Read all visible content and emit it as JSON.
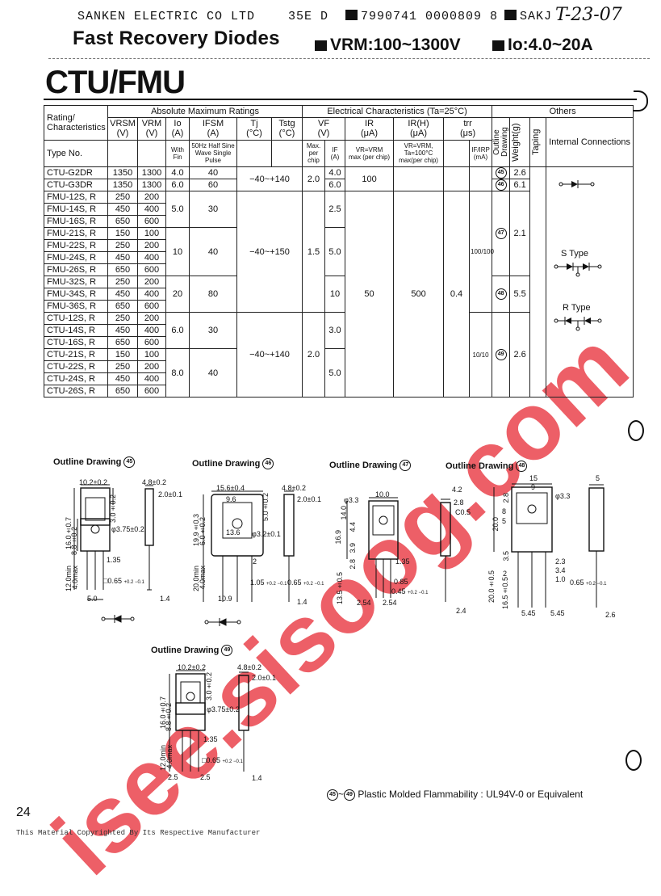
{
  "header": {
    "company_line": "SANKEN ELECTRIC CO LTD",
    "code_a": "35E D",
    "code_b": "7990741 0000809 8",
    "code_c": "SAKJ",
    "handwritten": "T-23-07",
    "title": "Fast Recovery Diodes",
    "vrm_spec": "VRM:100~1300V",
    "io_spec": "Io:4.0~20A",
    "series": "CTU/FMU"
  },
  "table": {
    "rating_label": "Rating/ Characteristics",
    "type_label": "Type No.",
    "groups": {
      "abs": "Absolute Maximum Ratings",
      "elec": "Electrical Characteristics (Ta=25°C)",
      "others": "Others"
    },
    "cols": {
      "vrsm": "VRSM",
      "vrm": "VRM",
      "io": "Io",
      "ifsm": "IFSM",
      "tj": "Tj",
      "tstg": "Tstg",
      "vf": "VF",
      "ir": "IR",
      "irh": "IR(H)",
      "trr": "trr",
      "outline": "Outline Drawing",
      "weight": "Weight(g)",
      "taping": "Taping",
      "internal": "Internal Connections"
    },
    "units": {
      "v": "(V)",
      "a": "(A)",
      "c": "(°C)",
      "ua": "(μA)",
      "us": "(μs)",
      "ma": "(mA)"
    },
    "sub": {
      "with_fin": "With Fin",
      "ifsm_note": "50Hz Half Sine Wave Single Pulse",
      "max_per_chip": "Max. per chip",
      "if": "IF",
      "if_a": "(A)",
      "ir_cond": "VR=VRM",
      "ir_max": "max (per chip)",
      "irh_cond": "VR=VRM, Ta=100°C",
      "irh_max": "max(per chip)",
      "if_irp": "IF/IRP"
    },
    "rows": [
      [
        "CTU-G2DR",
        "1350",
        "1300"
      ],
      [
        "CTU-G3DR",
        "1350",
        "1300"
      ],
      [
        "FMU-12S, R",
        "250",
        "200"
      ],
      [
        "FMU-14S, R",
        "450",
        "400"
      ],
      [
        "FMU-16S, R",
        "650",
        "600"
      ],
      [
        "FMU-21S, R",
        "150",
        "100"
      ],
      [
        "FMU-22S, R",
        "250",
        "200"
      ],
      [
        "FMU-24S, R",
        "450",
        "400"
      ],
      [
        "FMU-26S, R",
        "650",
        "600"
      ],
      [
        "FMU-32S, R",
        "250",
        "200"
      ],
      [
        "FMU-34S, R",
        "450",
        "400"
      ],
      [
        "FMU-36S, R",
        "650",
        "600"
      ],
      [
        "CTU-12S, R",
        "250",
        "200"
      ],
      [
        "CTU-14S, R",
        "450",
        "400"
      ],
      [
        "CTU-16S, R",
        "650",
        "600"
      ],
      [
        "CTU-21S, R",
        "150",
        "100"
      ],
      [
        "CTU-22S, R",
        "250",
        "200"
      ],
      [
        "CTU-24S, R",
        "450",
        "400"
      ],
      [
        "CTU-26S, R",
        "650",
        "600"
      ]
    ],
    "io_vals": [
      "4.0",
      "6.0",
      "5.0",
      "10",
      "20",
      "6.0",
      "8.0"
    ],
    "ifsm_vals": [
      "40",
      "60",
      "30",
      "40",
      "80",
      "30",
      "40"
    ],
    "tjstg": [
      "−40~+140",
      "−40~+150",
      "−40~+140"
    ],
    "vf_vals": [
      "2.0",
      "1.5",
      "2.0"
    ],
    "if_vals": [
      "4.0",
      "6.0",
      "2.5",
      "5.0",
      "10",
      "3.0",
      "5.0"
    ],
    "ir_vals": [
      "100",
      "50"
    ],
    "irh_val": "500",
    "trr_val": "0.4",
    "ifirp_vals": [
      "100/100",
      "10/10"
    ],
    "outline_vals": [
      "45",
      "46",
      "47",
      "48",
      "49"
    ],
    "weight_vals": [
      "2.6",
      "6.1",
      "2.1",
      "5.5",
      "2.6"
    ],
    "s_type": "S Type",
    "r_type": "R Type"
  },
  "drawings": {
    "title": "Outline Drawing",
    "nums": [
      "45",
      "46",
      "47",
      "48",
      "49"
    ],
    "d45": {
      "w": "10.2±0.2",
      "t": "4.8±0.2",
      "a": "3.0±0.2",
      "fin": "2.0±0.1",
      "h": "16.0±0.7",
      "m": "8.8±0.2",
      "hole": "φ3.75±0.2",
      "lead": "12.0min",
      "l2": "4.0max",
      "p": "1.35",
      "sq": "□0.65",
      "tol": "+0.2 −0.1",
      "pitch": "5.0",
      "f": "1.4"
    },
    "d46": {
      "w": "15.6±0.4",
      "t": "4.8±0.2",
      "a": "5.0±0.2",
      "b": "9.6",
      "fin": "2.0±0.1",
      "h": "19.9±0.3",
      "m": "6.0±0.2",
      "c": "13.6",
      "hole": "φ3.2±0.1",
      "lead": "20.0min",
      "l2": "4.0max",
      "p": "2",
      "q": "1.05",
      "sq": "0.65",
      "tol": "+0.2 −0.1",
      "pitch": "10.9",
      "f": "1.4"
    },
    "d47": {
      "hole": "φ3.3",
      "w": "10.0",
      "t": "4.2",
      "r": "2.8",
      "c": "C0.5",
      "h": "16.9",
      "m": "14.0",
      "a": "4.4",
      "b": "3.9",
      "e": "2.8",
      "lead": "13.5±0.5",
      "p": "1.35",
      "q": "0.85",
      "sq": "0.45",
      "tol": "+0.2 −0.1",
      "pitch": "2.54",
      "pitch2": "2.54",
      "f": "2.4"
    },
    "d48": {
      "w": "15",
      "x": "9",
      "y": "5",
      "hole": "φ3.3",
      "a": "2.8",
      "b": "8",
      "c": "5",
      "h": "20.0",
      "d": "3.5",
      "e": "2",
      "lead": "20.0±0.5",
      "f2": "16.5±0.5",
      "g": "2.3",
      "k": "3.4",
      "j": "1.0",
      "sq": "0.65",
      "tol": "+0.2 −0.1",
      "pitch": "5.45",
      "pitch2": "5.45",
      "f": "2.6"
    },
    "d49": {
      "w": "10.2±0.2",
      "t": "4.8±0.2",
      "a": "3.0±0.2",
      "fin": "2.0±0.1",
      "h": "16.0±0.7",
      "m": "8.8±0.2",
      "hole": "φ3.75±0.2",
      "lead": "12.0min",
      "l2": "4.0max",
      "p": "1.35",
      "sq": "□0.65",
      "tol": "+0.2 −0.1",
      "pitch": "2.5",
      "pitch2": "2.5",
      "f": "1.4"
    }
  },
  "footer": {
    "range": "~",
    "note": "Plastic Molded Flammability : UL94V-0 or Equivalent",
    "page": "24",
    "copyright": "This Material Copyrighted By Its Respective Manufacturer"
  },
  "watermark": "isee.sisoog.com"
}
